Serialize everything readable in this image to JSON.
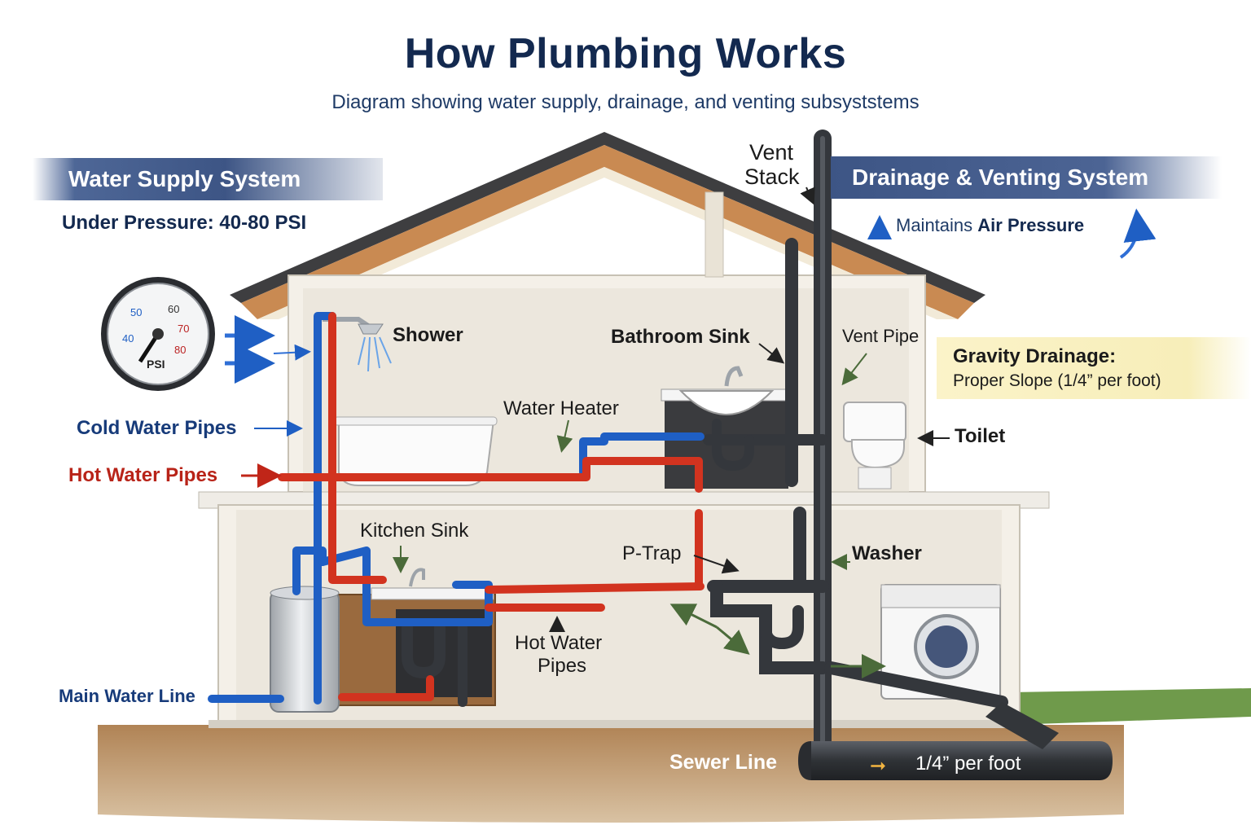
{
  "title": "How Plumbing Works",
  "subtitle": "Diagram showing water supply, drainage, and venting subsyststems",
  "supply": {
    "banner": "Water Supply System",
    "pressure": "Under Pressure: 40-80 PSI",
    "gauge": {
      "unit": "PSI",
      "ticks": [
        "40",
        "50",
        "60",
        "70",
        "80"
      ]
    }
  },
  "drainage": {
    "banner": "Drainage & Venting System",
    "air_prefix": "Maintains",
    "air_bold": "Air Pressure",
    "gravity_title": "Gravity Drainage:",
    "gravity_sub": "Proper Slope (1/4” per foot)"
  },
  "labels": {
    "vent_stack_1": "Vent",
    "vent_stack_2": "Stack",
    "shower": "Shower",
    "bathroom_sink": "Bathroom Sink",
    "vent_pipe": "Vent Pipe",
    "water_heater": "Water Heater",
    "toilet": "Toilet",
    "cold_water_pipes": "Cold Water Pipes",
    "hot_water_pipes": "Hot Water Pipes",
    "kitchen_sink": "Kitchen Sink",
    "p_trap": "P-Trap",
    "washer": "Washer",
    "hot_water_pipes_2a": "Hot Water",
    "hot_water_pipes_2b": "Pipes",
    "main_water_line": "Main Water Line",
    "sewer_line": "Sewer Line",
    "slope": "1/4” per foot"
  },
  "colors": {
    "cold": "#1f5fc4",
    "hot": "#d2331f",
    "drain": "#3c3f44",
    "roof": "#c98a52",
    "title": "#13294f"
  }
}
